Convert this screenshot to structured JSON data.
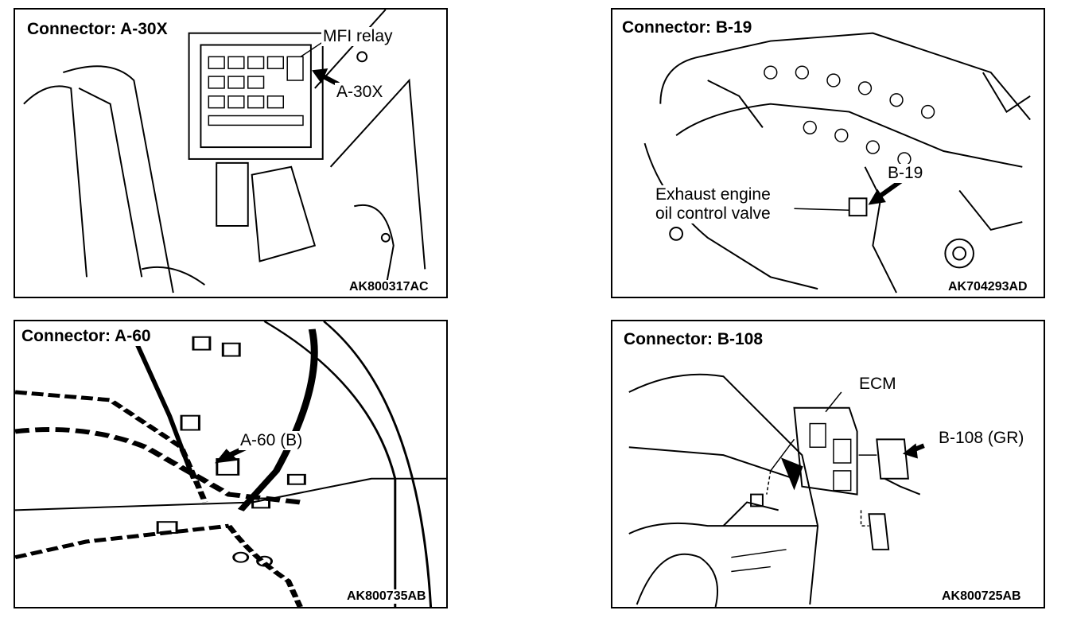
{
  "panels": [
    {
      "title": "Connector: A-30X",
      "labels": [
        "MFI relay",
        "A-30X"
      ],
      "code": "AK800317AC"
    },
    {
      "title": "Connector: B-19",
      "labels": [
        "B-19",
        "Exhaust engine",
        "oil control valve"
      ],
      "code": "AK704293AD"
    },
    {
      "title": "Connector: A-60",
      "labels": [
        "A-60 (B)"
      ],
      "code": "AK800735AB"
    },
    {
      "title": "Connector: B-108",
      "labels": [
        "ECM",
        "B-108 (GR)"
      ],
      "code": "AK800725AB"
    }
  ]
}
